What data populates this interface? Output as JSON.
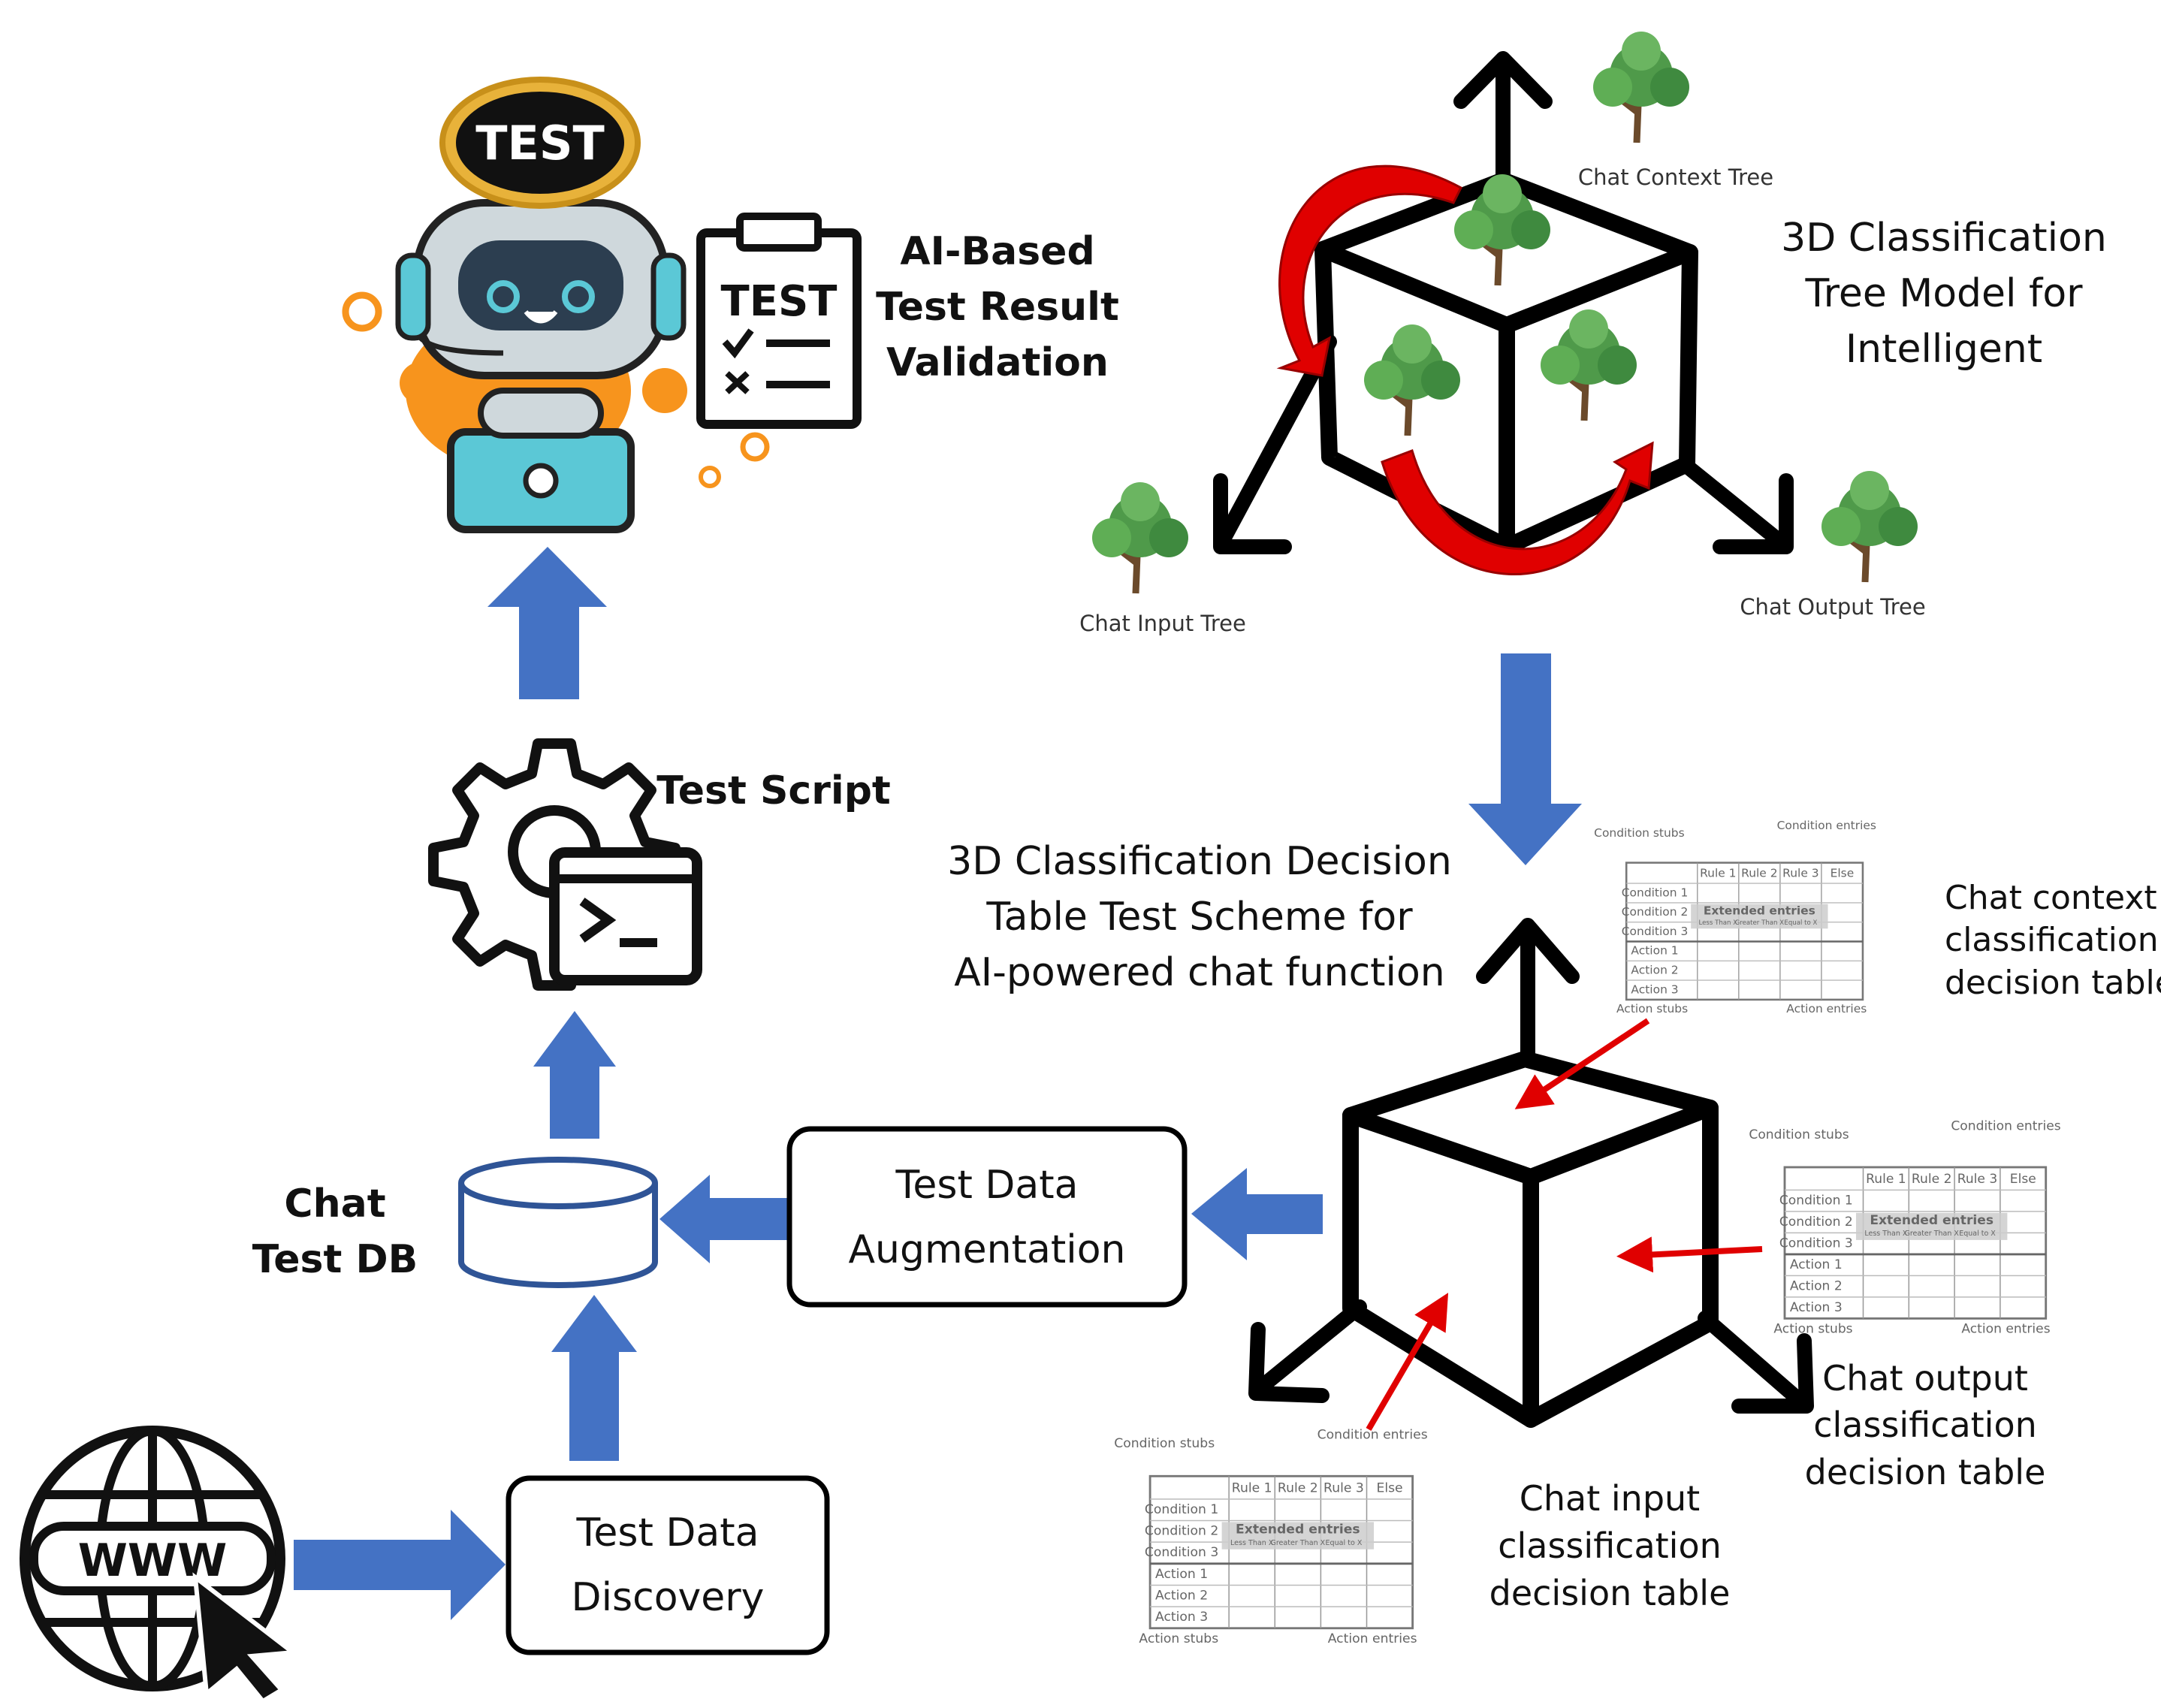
{
  "validation": {
    "badge": "TEST",
    "clipboard": "TEST",
    "lines": [
      "AI-Based",
      "Test Result",
      "Validation"
    ]
  },
  "test_script": {
    "label": "Test Script"
  },
  "database": {
    "lines": [
      "Chat",
      "Test DB"
    ]
  },
  "discovery": {
    "lines": [
      "Test Data",
      "Discovery"
    ]
  },
  "augmentation": {
    "lines": [
      "Test Data",
      "Augmentation"
    ]
  },
  "globe": {
    "label": "WWW"
  },
  "tree_model": {
    "title": [
      "3D Classification",
      "Tree Model for",
      "Intelligent"
    ],
    "context_tree": "Chat  Context Tree",
    "input_tree": "Chat Input Tree",
    "output_tree": "Chat Output Tree"
  },
  "scheme": {
    "title": [
      "3D Classification Decision",
      "Table Test Scheme for",
      "AI-powered chat function"
    ]
  },
  "tables": {
    "context": [
      "Chat context",
      "classification",
      "decision table"
    ],
    "output": [
      "Chat output",
      "classification",
      "decision table"
    ],
    "input": [
      "Chat input",
      "classification",
      "decision table"
    ],
    "template": {
      "condition_stubs": "Condition stubs",
      "condition_entries": "Condition entries",
      "action_stubs": "Action stubs",
      "action_entries": "Action entries",
      "headers": [
        "Rule 1",
        "Rule 2",
        "Rule 3",
        "Else"
      ],
      "rows": [
        "Condition 1",
        "Condition 2",
        "Condition 3",
        "Action 1",
        "Action 2",
        "Action 3"
      ],
      "extended": "Extended entries",
      "extended_values": [
        "Less Than X",
        "Greater Than X",
        "Equal to X"
      ]
    }
  },
  "colors": {
    "arrow": "#4472c4",
    "red_arrow": "#e00000",
    "robot": "#5bc8d6",
    "orange": "#f7941d"
  }
}
